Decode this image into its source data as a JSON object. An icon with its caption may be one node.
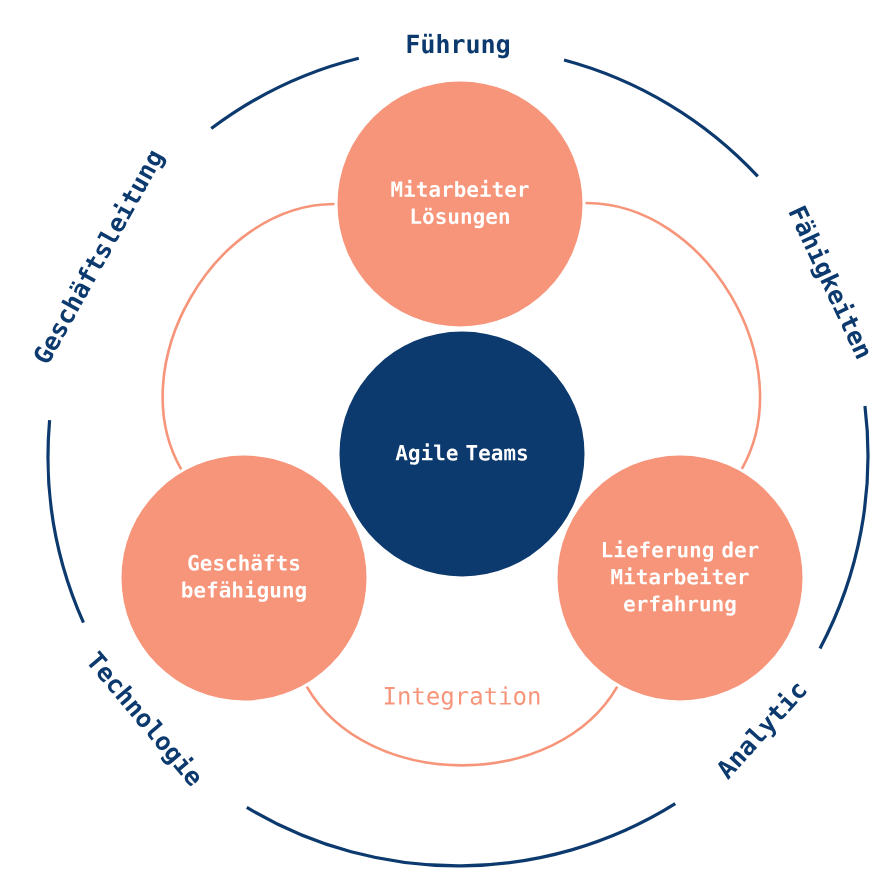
{
  "diagram": {
    "nodes": [
      {
        "text": [
          "Mitarbeiter Lösungen"
        ]
      },
      {
        "text": [
          "Agile Teams"
        ]
      },
      {
        "text": [
          "Geschäfts befähigung"
        ]
      },
      {
        "text": [
          "Lieferung der Mitarbeiter erfahrung"
        ]
      }
    ],
    "edges": [
      {
        "from": 2,
        "to": 0,
        "arrow": "none"
      },
      {
        "from": 0,
        "to": 3,
        "arrow": "none"
      },
      {
        "from": 2,
        "to": 3,
        "arrow": "none",
        "label": "Integration"
      }
    ],
    "labels": [
      "Führung",
      "Geschäftsleitung",
      "Fähigkeiten",
      "Technologie",
      "Analytic"
    ]
  }
}
